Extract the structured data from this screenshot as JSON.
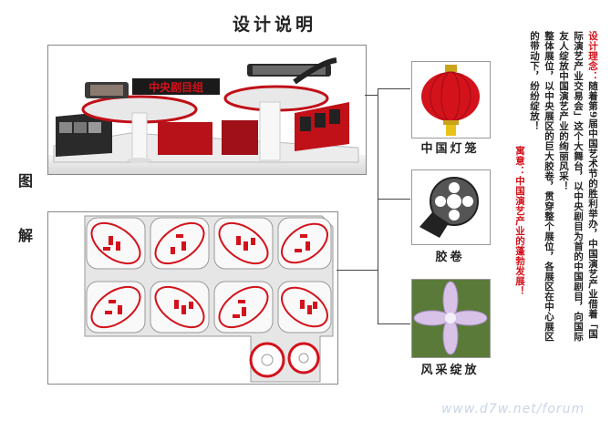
{
  "title": "设计说明",
  "side_labels": {
    "top": "图",
    "bottom": "解"
  },
  "booth": {
    "sign": "中央剧目组"
  },
  "elements": [
    {
      "label": "中国灯笼",
      "icon": "lantern-icon"
    },
    {
      "label": "胶卷",
      "icon": "film-reel-icon"
    },
    {
      "label": "风采绽放",
      "icon": "flower-icon"
    }
  ],
  "text": {
    "col1_red": "设计理念：",
    "col1": "随着第9届中国艺术节的胜利举办，中国演艺产业借着「国",
    "col2": "际演艺产业交易会」这个大舞台，以中央剧目为首的中国剧目，向国际",
    "col3": "友人绽放中国演艺产业的绚丽风采！",
    "col4": "整体展位，以中央展区的巨大胶卷，贯穿整个展位，各展区在中心展区",
    "col5": "的带动下，纷纷绽放！",
    "col4_red": "寓意：中国演艺产业的蓬勃发展！"
  },
  "watermark": "www.d7w.net/forum",
  "colors": {
    "red": "#d3121b",
    "dark": "#222222"
  }
}
